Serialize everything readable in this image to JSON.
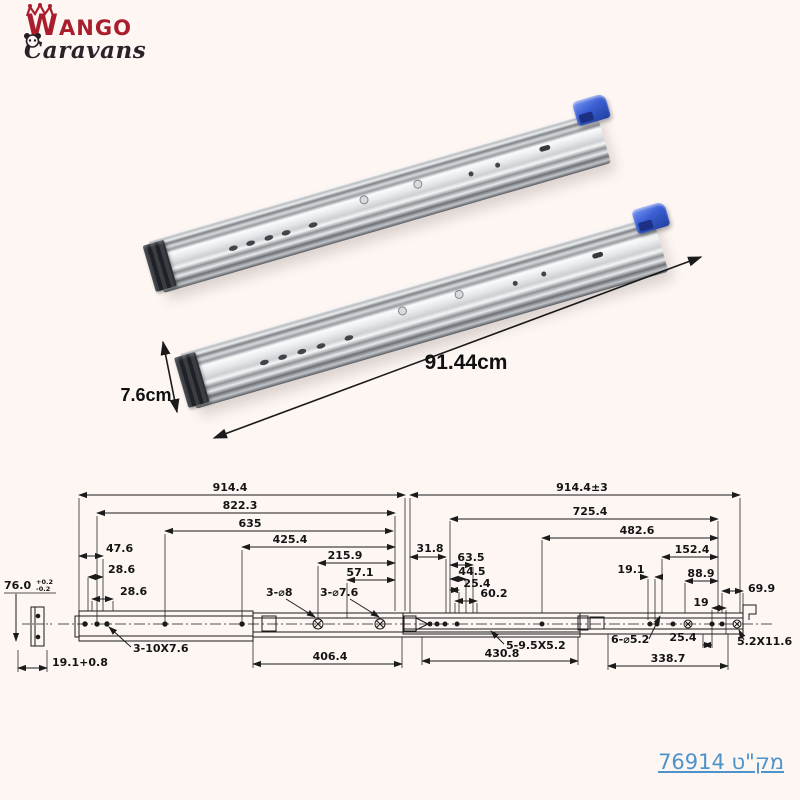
{
  "theme": {
    "background": "#fdf6f3",
    "logo_red": "#a91e2c",
    "logo_dark": "#2a2228",
    "handle_blue": "#3a5ed2",
    "link_blue": "#4e93c9",
    "line_color": "#1b1b1b"
  },
  "logo": {
    "wordmark_top": "WANGO",
    "wordmark_bottom": "Caravans"
  },
  "photo": {
    "length_label": "91.44cm",
    "width_label": "7.6cm"
  },
  "drawing": {
    "left_view": {
      "overall": "914.4",
      "dim_822": "822.3",
      "dim_635": "635",
      "dim_425": "425.4",
      "dim_215": "215.9",
      "dim_57": "57.1",
      "dim_47": "47.6",
      "dim_28a": "28.6",
      "dim_28b": "28.6",
      "height": "76.0",
      "height_tol_plus": "+0.2",
      "height_tol_minus": "-0.2",
      "dim_19_bottom": "19.1+0.8",
      "slots_label": "3-10X7.6",
      "holes_8": "3-⌀8",
      "holes_7_6": "3-⌀7.6",
      "dim_406": "406.4"
    },
    "right_view": {
      "overall": "914.4±3",
      "dim_725": "725.4",
      "dim_482": "482.6",
      "dim_31": "31.8",
      "dim_63": "63.5",
      "dim_44": "44.5",
      "dim_25a": "25.4",
      "dim_60": "60.2",
      "dim_19_1": "19.1",
      "dim_152": "152.4",
      "dim_88": "88.9",
      "dim_69": "69.9",
      "dim_19": "19",
      "holes_5_2": "6-⌀5.2",
      "dim_25b": "25.4",
      "slot_end": "5.2X11.6",
      "slots_label": "5-9.5X5.2",
      "dim_430": "430.8",
      "dim_338": "338.7"
    }
  },
  "footer": {
    "sku": "מק\"ט 76914"
  }
}
